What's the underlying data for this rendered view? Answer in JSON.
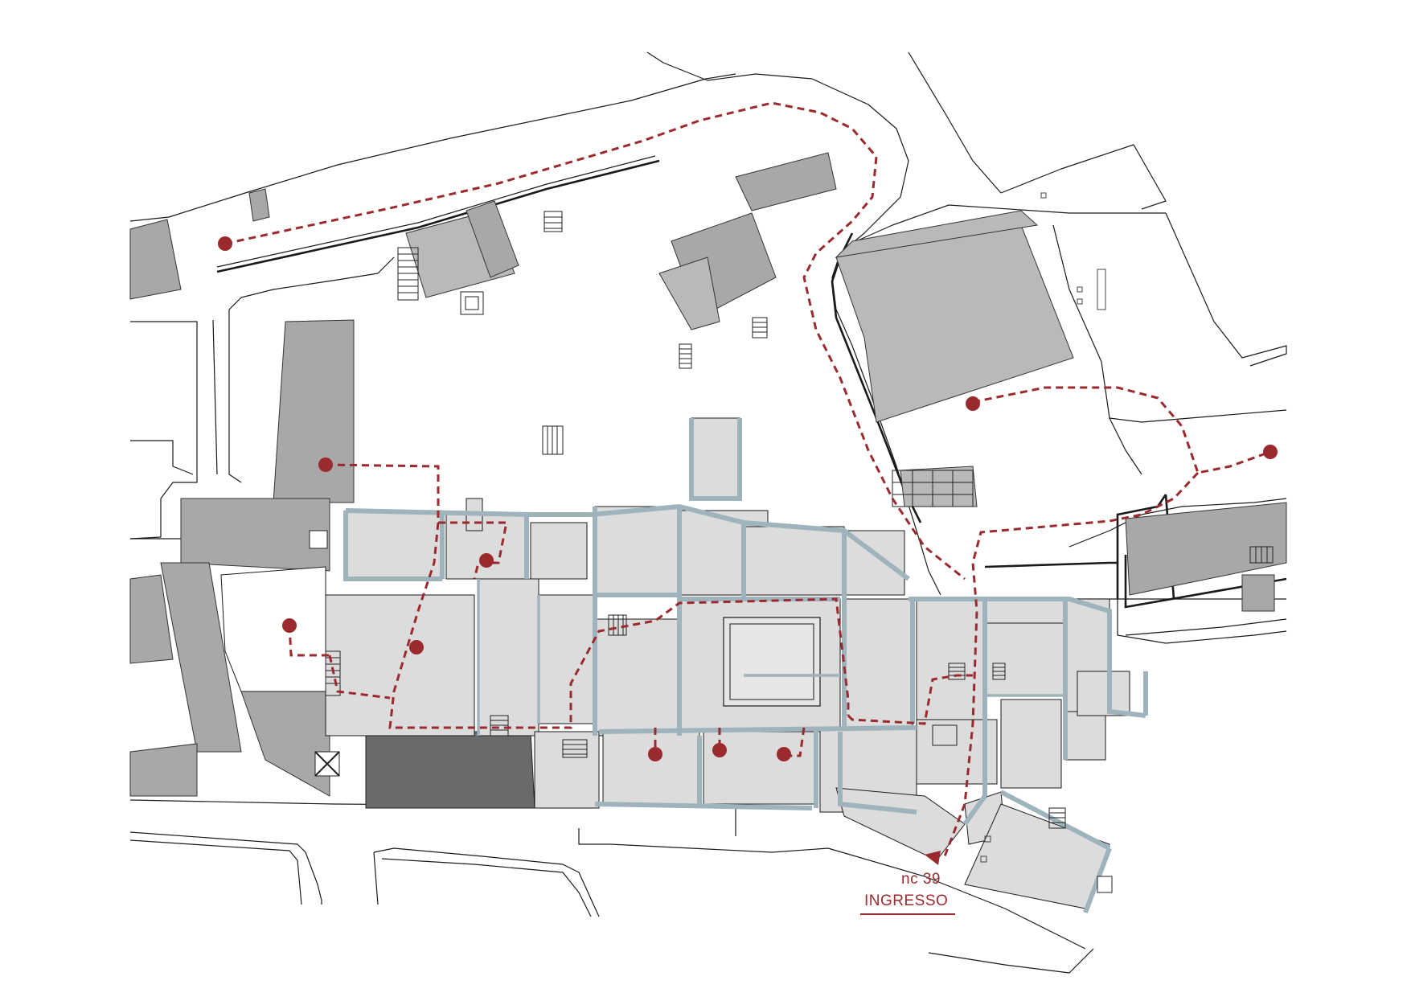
{
  "entrance": {
    "number": "nc 39",
    "label": "INGRESSO"
  },
  "colors": {
    "route": "#9a2a2e",
    "rooms": "#dcdcdc",
    "walls": "#9fb3bd",
    "roofs": "#a8a8a8"
  },
  "legend_icons": {
    "stop_marker": "circle-marker-icon",
    "entry_marker": "arrow-marker-icon",
    "route_style": "dashed-line"
  }
}
